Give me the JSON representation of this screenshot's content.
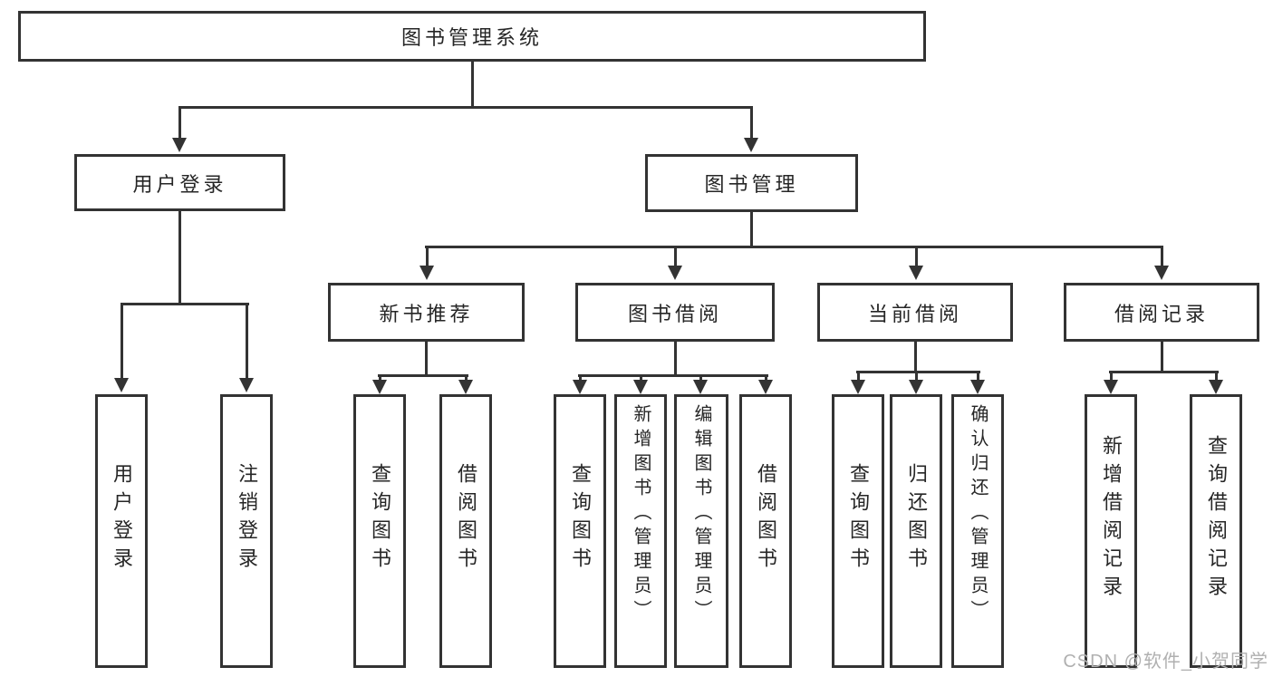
{
  "root": {
    "label": "图书管理系统",
    "children": [
      {
        "label": "用户登录",
        "children": [
          {
            "label": "用户登录"
          },
          {
            "label": "注销登录"
          }
        ]
      },
      {
        "label": "图书管理",
        "children": [
          {
            "label": "新书推荐",
            "children": [
              {
                "label": "查询图书"
              },
              {
                "label": "借阅图书"
              }
            ]
          },
          {
            "label": "图书借阅",
            "children": [
              {
                "label": "查询图书"
              },
              {
                "label": "新增图书（管理员）"
              },
              {
                "label": "编辑图书（管理员）"
              },
              {
                "label": "借阅图书"
              }
            ]
          },
          {
            "label": "当前借阅",
            "children": [
              {
                "label": "查询图书"
              },
              {
                "label": "归还图书"
              },
              {
                "label": "确认归还（管理员）"
              }
            ]
          },
          {
            "label": "借阅记录",
            "children": [
              {
                "label": "新增借阅记录"
              },
              {
                "label": "查询借阅记录"
              }
            ]
          }
        ]
      }
    ]
  },
  "watermark": "CSDN @软件_小贺同学",
  "colors": {
    "line": "#333333",
    "text": "#262626",
    "watermark": "#b0b0b0",
    "background": "#ffffff"
  }
}
